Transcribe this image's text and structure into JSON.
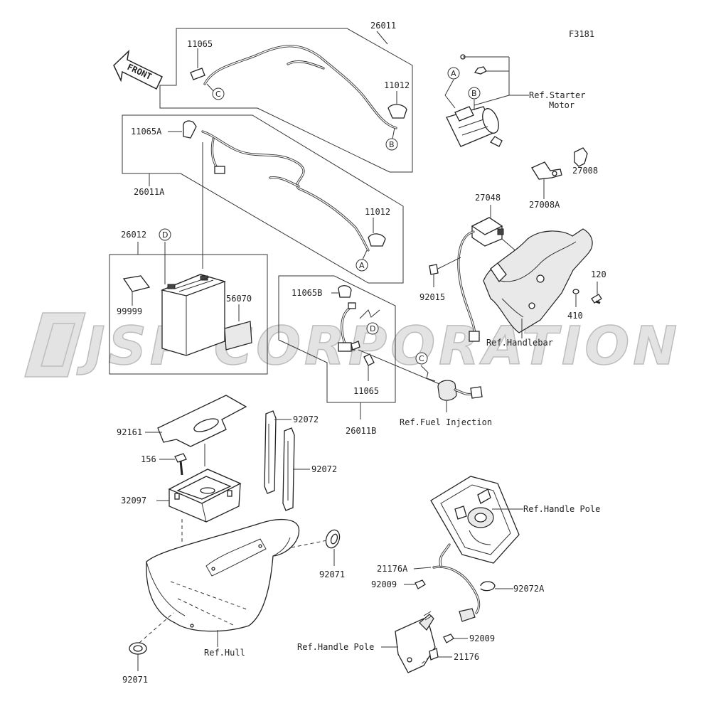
{
  "figure_code": "F3181",
  "front_label": "FRONT",
  "watermark": "JSP CORPORATION",
  "refs": {
    "starter_motor_1": "Ref.Starter",
    "starter_motor_2": "Motor",
    "handlebar": "Ref.Handlebar",
    "fuel_injection": "Ref.Fuel Injection",
    "handle_pole_top": "Ref.Handle Pole",
    "handle_pole_bottom": "Ref.Handle Pole",
    "hull": "Ref.Hull"
  },
  "callouts": {
    "a": "A",
    "b": "B",
    "c": "C",
    "d": "D"
  },
  "parts": {
    "p26011": "26011",
    "p11065_top": "11065",
    "p11012_top": "11012",
    "p11065A": "11065A",
    "p26011A": "26011A",
    "p11012_mid": "11012",
    "p26012": "26012",
    "p99999": "99999",
    "p56070": "56070",
    "p27048": "27048",
    "p27008A": "27008A",
    "p27008": "27008",
    "p92015": "92015",
    "p120": "120",
    "p410": "410",
    "p11065B": "11065B",
    "p11065_mid": "11065",
    "p26011B": "26011B",
    "p92161": "92161",
    "p156": "156",
    "p32097": "32097",
    "p92072_a": "92072",
    "p92072_b": "92072",
    "p92071_right": "92071",
    "p92071_left": "92071",
    "p21176A": "21176A",
    "p92009_left": "92009",
    "p92072A": "92072A",
    "p92009_right": "92009",
    "p21176": "21176"
  }
}
